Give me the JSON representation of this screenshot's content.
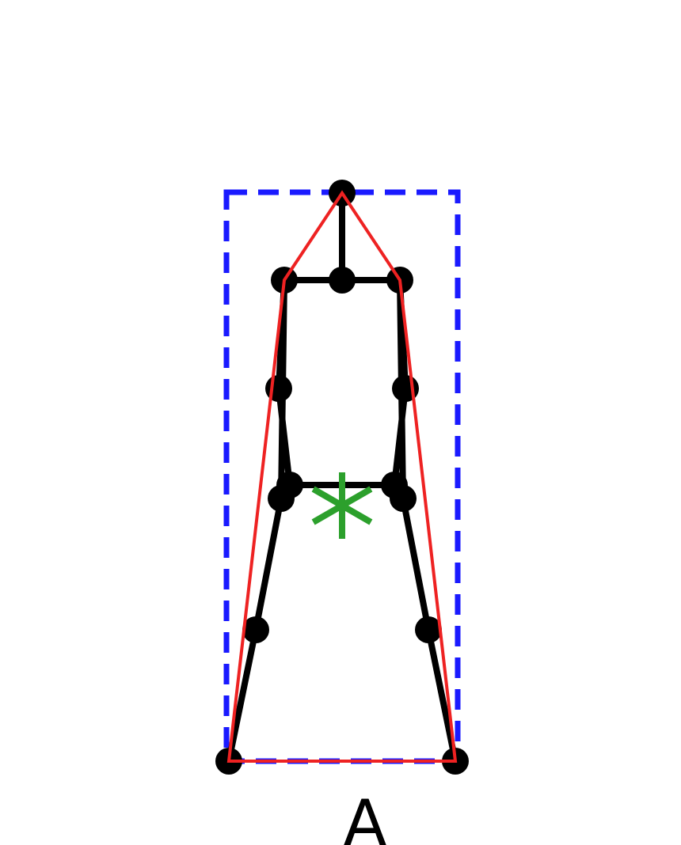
{
  "panel_label": "A",
  "colors": {
    "background": "#ffffff",
    "skeleton": "#000000",
    "bounding_box": "#1a1aff",
    "convex_hull": "#ee2222",
    "center_marker": "#2ca02c",
    "label": "#000000"
  },
  "icons": {
    "center_marker": "asterisk"
  },
  "skeleton": {
    "joints": [
      "head",
      "neck",
      "left-shoulder",
      "right-shoulder",
      "left-elbow",
      "right-elbow",
      "left-wrist",
      "right-wrist",
      "left-hip",
      "right-hip",
      "left-knee",
      "right-knee",
      "left-ankle",
      "right-ankle"
    ],
    "bones": [
      [
        "head",
        "neck"
      ],
      [
        "left-shoulder",
        "neck"
      ],
      [
        "neck",
        "right-shoulder"
      ],
      [
        "left-shoulder",
        "left-elbow"
      ],
      [
        "left-elbow",
        "left-wrist"
      ],
      [
        "right-shoulder",
        "right-elbow"
      ],
      [
        "right-elbow",
        "right-wrist"
      ],
      [
        "left-wrist",
        "right-wrist"
      ],
      [
        "left-shoulder",
        "left-hip"
      ],
      [
        "right-shoulder",
        "right-hip"
      ],
      [
        "left-hip",
        "left-knee"
      ],
      [
        "left-knee",
        "left-ankle"
      ],
      [
        "right-hip",
        "right-knee"
      ],
      [
        "right-knee",
        "right-ankle"
      ]
    ],
    "hull_joints": [
      "head",
      "right-shoulder",
      "right-ankle",
      "left-ankle",
      "left-shoulder"
    ]
  }
}
